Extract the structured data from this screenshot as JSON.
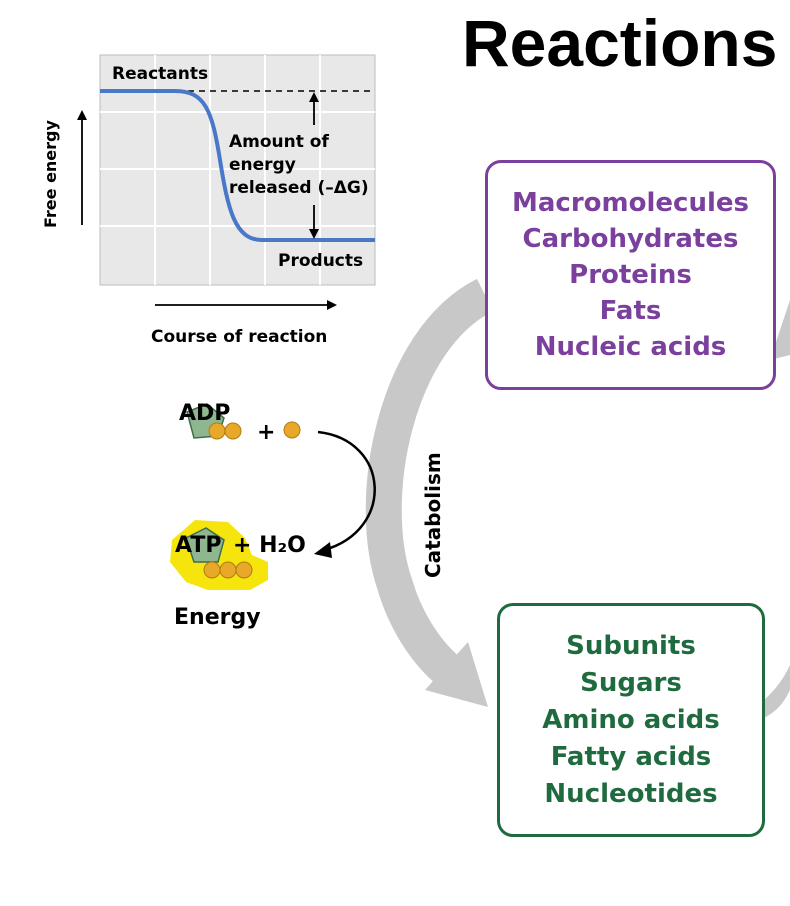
{
  "title": "Reactions",
  "energy_chart": {
    "reactants_label": "Reactants",
    "products_label": "Products",
    "y_axis_label": "Free energy",
    "x_axis_label": "Course of reaction",
    "annotation_line1": "Amount of",
    "annotation_line2": "energy",
    "annotation_line3": "released (–ΔG)"
  },
  "atp_cycle": {
    "adp_label": "ADP",
    "plus": "+",
    "atp_label": "ATP",
    "water_label": "+ H₂O",
    "energy_label": "Energy"
  },
  "catabolism_label": "Catabolism",
  "macromolecules": {
    "heading": "Macromolecules",
    "items": [
      "Carbohydrates",
      "Proteins",
      "Fats",
      "Nucleic acids"
    ]
  },
  "subunits": {
    "heading": "Subunits",
    "items": [
      "Sugars",
      "Amino acids",
      "Fatty acids",
      "Nucleotides"
    ]
  },
  "colors": {
    "macromolecule_purple": "#7b3f9e",
    "subunit_green": "#1f6b3f",
    "curve_blue": "#4a78c8",
    "arrow_gray": "#c8c8c8",
    "phosphate_gold": "#e8a92a",
    "atp_glow": "#f5e400"
  }
}
